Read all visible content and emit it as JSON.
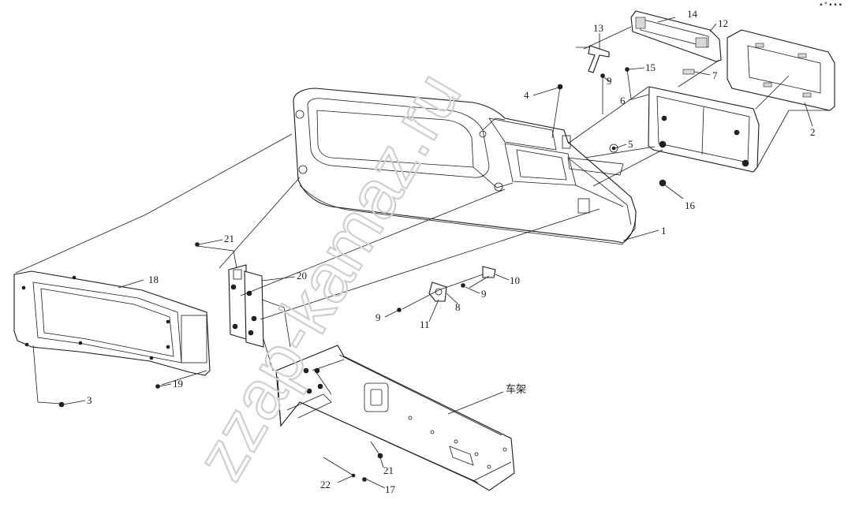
{
  "diagram": {
    "callouts": [
      {
        "id": "1",
        "text": "1"
      },
      {
        "id": "2",
        "text": "2"
      },
      {
        "id": "3",
        "text": "3"
      },
      {
        "id": "4",
        "text": "4"
      },
      {
        "id": "5",
        "text": "5"
      },
      {
        "id": "6",
        "text": "6"
      },
      {
        "id": "7",
        "text": "7"
      },
      {
        "id": "8",
        "text": "8"
      },
      {
        "id": "9a",
        "text": "9"
      },
      {
        "id": "9b",
        "text": "9"
      },
      {
        "id": "9c",
        "text": "9"
      },
      {
        "id": "10",
        "text": "10"
      },
      {
        "id": "11",
        "text": "11"
      },
      {
        "id": "12",
        "text": "12"
      },
      {
        "id": "13",
        "text": "13"
      },
      {
        "id": "14",
        "text": "14"
      },
      {
        "id": "15",
        "text": "15"
      },
      {
        "id": "16",
        "text": "16"
      },
      {
        "id": "17",
        "text": "17"
      },
      {
        "id": "18",
        "text": "18"
      },
      {
        "id": "19",
        "text": "19"
      },
      {
        "id": "20",
        "text": "20"
      },
      {
        "id": "21a",
        "text": "21"
      },
      {
        "id": "21b",
        "text": "21"
      },
      {
        "id": "22",
        "text": "22"
      },
      {
        "id": "frame",
        "text": "车架"
      }
    ],
    "watermark": "zzap-kamaz.ru",
    "corner_mark": "•°•••"
  }
}
